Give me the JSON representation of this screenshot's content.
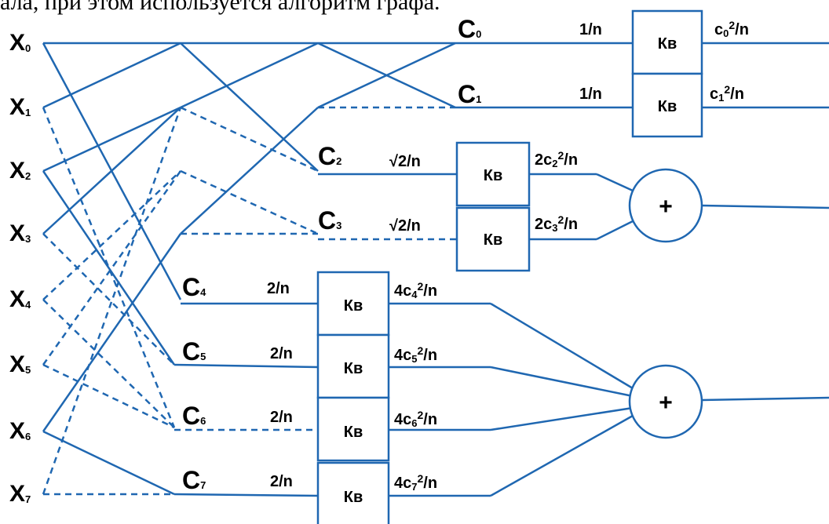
{
  "header_text": "ала, при этом используется алгоритм графа.",
  "inputs": [
    {
      "base": "X",
      "sub": "0"
    },
    {
      "base": "X",
      "sub": "1"
    },
    {
      "base": "X",
      "sub": "2"
    },
    {
      "base": "X",
      "sub": "3"
    },
    {
      "base": "X",
      "sub": "4"
    },
    {
      "base": "X",
      "sub": "5"
    },
    {
      "base": "X",
      "sub": "6"
    },
    {
      "base": "X",
      "sub": "7"
    }
  ],
  "coefficients": [
    {
      "base": "C",
      "sub": "0"
    },
    {
      "base": "C",
      "sub": "1"
    },
    {
      "base": "C",
      "sub": "2"
    },
    {
      "base": "C",
      "sub": "3"
    },
    {
      "base": "C",
      "sub": "4"
    },
    {
      "base": "C",
      "sub": "5"
    },
    {
      "base": "C",
      "sub": "6"
    },
    {
      "base": "C",
      "sub": "7"
    }
  ],
  "weights": [
    "1/n",
    "1/n",
    "√2/n",
    "√2/n",
    "2/n",
    "2/n",
    "2/n",
    "2/n"
  ],
  "square_label": "Кв",
  "outputs": [
    {
      "pre": "c",
      "sub": "0",
      "sup": "2",
      "post": "/n"
    },
    {
      "pre": "c",
      "sub": "1",
      "sup": "2",
      "post": "/n"
    },
    {
      "pre": "2c",
      "sub": "2",
      "sup": "2",
      "post": "/n"
    },
    {
      "pre": "2c",
      "sub": "3",
      "sup": "2",
      "post": "/n"
    },
    {
      "pre": "4c",
      "sub": "4",
      "sup": "2",
      "post": "/n"
    },
    {
      "pre": "4c",
      "sub": "5",
      "sup": "2",
      "post": "/n"
    },
    {
      "pre": "4c",
      "sub": "6",
      "sup": "2",
      "post": "/n"
    },
    {
      "pre": "4c",
      "sub": "7",
      "sup": "2",
      "post": "/n"
    }
  ],
  "adder_symbol": "+",
  "colors": {
    "line": "#1f67b1",
    "text": "#000000",
    "background": "#ffffff"
  }
}
